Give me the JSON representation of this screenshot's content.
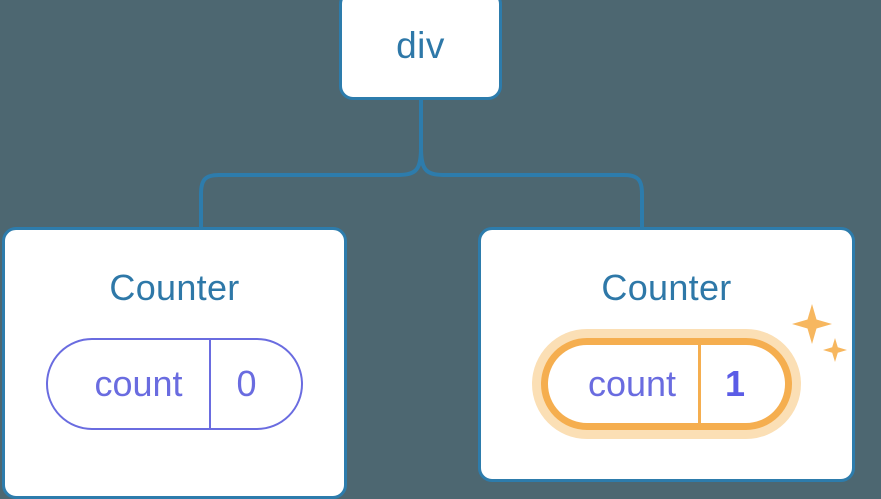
{
  "diagram": {
    "type": "component-tree",
    "background_color": "#4d6771",
    "node_border_color": "#2d7cac",
    "node_text_color": "#2e78a8",
    "state_color": "#6a6ce0",
    "highlight_color": "#f5ae4f",
    "highlight_glow_color": "#fbdfb5",
    "connector_color": "#2d7cac"
  },
  "root": {
    "label": "div"
  },
  "children": [
    {
      "label": "Counter",
      "state": {
        "key": "count",
        "value": "0"
      },
      "highlighted": "false"
    },
    {
      "label": "Counter",
      "state": {
        "key": "count",
        "value": "1"
      },
      "highlighted": "true",
      "sparkle_icon": "sparkles-icon"
    }
  ]
}
